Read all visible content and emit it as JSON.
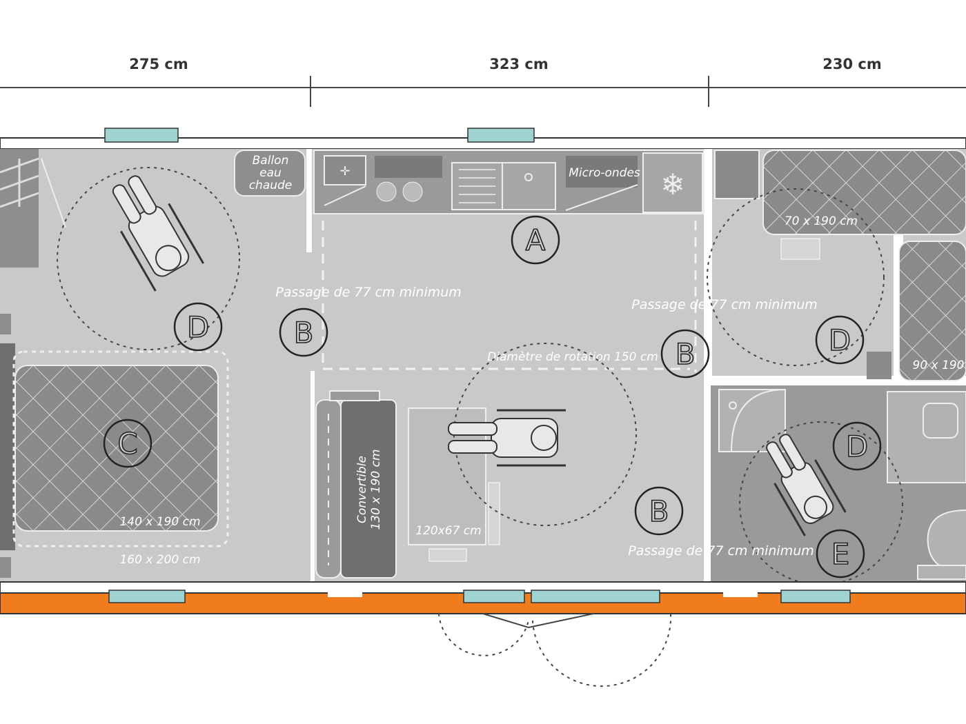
{
  "dimensions": {
    "left": "275 cm",
    "middle": "323 cm",
    "right": "230 cm"
  },
  "labels": {
    "boiler": [
      "Ballon",
      "eau",
      "chaude"
    ],
    "microwave": "Micro-ondes",
    "bed_top_right": "70 x 190 cm",
    "bed_right": "90 x 190",
    "passage_1": "Passage de 77 cm minimum",
    "passage_2": "Passage de 77 cm minimum",
    "passage_3": "Passage de 77 cm minimum",
    "rotation": "Diamètre de rotation 150 cm",
    "bed_inner": "140 x 190 cm",
    "bed_outer": "160 x 200 cm",
    "sofa": [
      "Convertible",
      "130 x 190 cm"
    ],
    "table": "120x67 cm"
  },
  "markers": [
    {
      "id": "marker-a",
      "letter": "A"
    },
    {
      "id": "marker-b1",
      "letter": "B"
    },
    {
      "id": "marker-b2",
      "letter": "B"
    },
    {
      "id": "marker-b3",
      "letter": "B"
    },
    {
      "id": "marker-c",
      "letter": "C"
    },
    {
      "id": "marker-d1",
      "letter": "D"
    },
    {
      "id": "marker-d2",
      "letter": "D"
    },
    {
      "id": "marker-d3",
      "letter": "D"
    },
    {
      "id": "marker-e",
      "letter": "E"
    }
  ],
  "colors": {
    "floor": "#c9c9c9",
    "furniture": "#8e8e8e",
    "wall": "#ffffff",
    "window": "#9fd3d1",
    "terrace": "#f07c1e"
  }
}
